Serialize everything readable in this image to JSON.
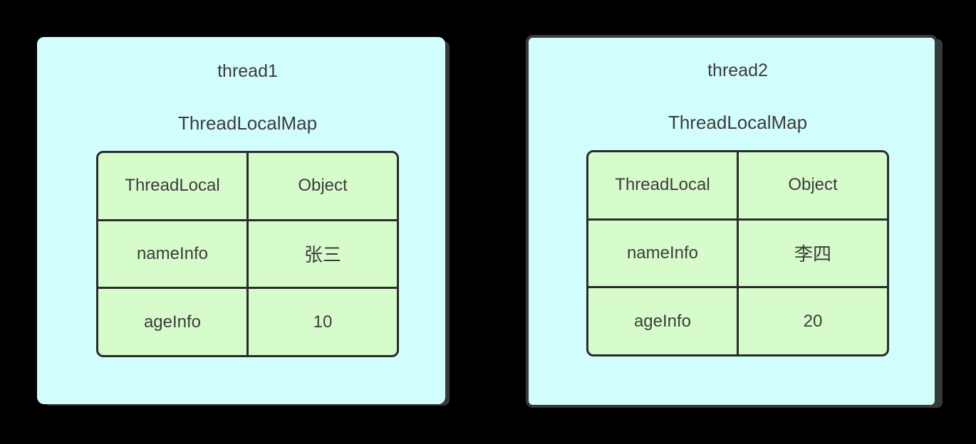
{
  "colors": {
    "canvas_bg": "#000000",
    "box_bg": "#d2fdfd",
    "cell_bg": "#d7fccb",
    "table_border": "#2b2b2b",
    "text": "#3c3c3c",
    "edge_gray": "#383838"
  },
  "boxes": [
    {
      "title": "thread1",
      "subtitle": "ThreadLocalMap",
      "table": {
        "headers": [
          "ThreadLocal",
          "Object"
        ],
        "rows": [
          [
            "nameInfo",
            "张三"
          ],
          [
            "ageInfo",
            "10"
          ]
        ]
      }
    },
    {
      "title": "thread2",
      "subtitle": "ThreadLocalMap",
      "table": {
        "headers": [
          "ThreadLocal",
          "Object"
        ],
        "rows": [
          [
            "nameInfo",
            "李四"
          ],
          [
            "ageInfo",
            "20"
          ]
        ]
      }
    }
  ]
}
